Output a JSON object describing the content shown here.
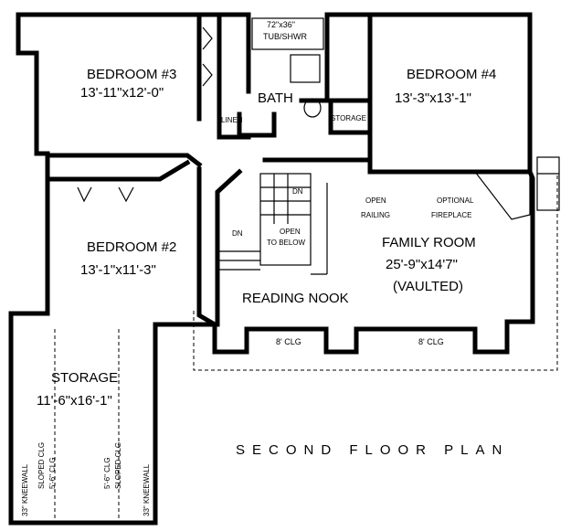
{
  "title": "SECOND FLOOR PLAN",
  "rooms": {
    "bedroom3": {
      "name": "BEDROOM #3",
      "size": "13'-11\"x12'-0\""
    },
    "bedroom4": {
      "name": "BEDROOM #4",
      "size": "13'-3\"x13'-1\""
    },
    "bedroom2": {
      "name": "BEDROOM #2",
      "size": "13'-1\"x11'-3\""
    },
    "family": {
      "name": "FAMILY ROOM",
      "size": "25'-9\"x14'7\"",
      "note": "(VAULTED)"
    },
    "reading": {
      "name": "READING NOOK"
    },
    "storage": {
      "name": "STORAGE",
      "size": "11'-6\"x16'-1\""
    },
    "bath": {
      "name": "BATH"
    }
  },
  "labels": {
    "tub": "72\"x36\"",
    "tub2": "TUB/SHWR",
    "linen": "LINEN",
    "storage_small": "STORAGE",
    "dn1": "DN",
    "dn2": "DN",
    "open_below1": "OPEN",
    "open_below2": "TO BELOW",
    "open_railing1": "OPEN",
    "open_railing2": "RAILING",
    "fireplace1": "OPTIONAL",
    "fireplace2": "FIREPLACE",
    "clg1": "8' CLG",
    "clg2": "8' CLG",
    "kneewall1": "33\" KNEEWALL",
    "kneewall2": "33\" KNEEWALL",
    "sloped1a": "SLOPED CLG",
    "sloped1b": "5'-6\" CLG",
    "sloped2a": "5'-6\" CLG",
    "sloped2b": "SLOPED CLG"
  }
}
